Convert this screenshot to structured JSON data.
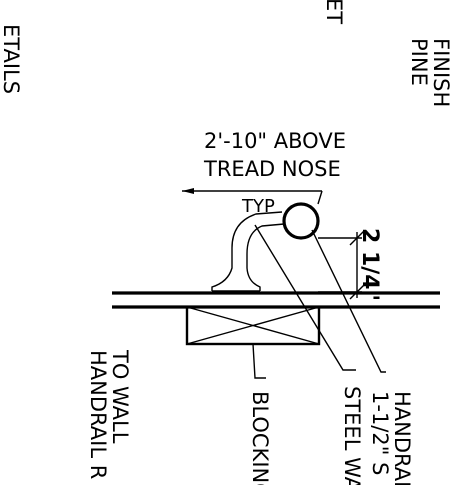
{
  "notes": {
    "top_right_1": "PINE",
    "top_right_2": "FINISH",
    "top_mid_fragment": "ET",
    "top_left_fragment": "ETAILS",
    "above_line_1": "2'-10\" ABOVE",
    "above_line_2": "TREAD NOSE",
    "typ": "TYP",
    "dimension": "2 1/4\"",
    "bottom_1": "1-1/2\" S",
    "bottom_2": "HANDRAI",
    "steel": "STEEL WA",
    "blocking": "BLOCKING",
    "handrail_r_1": "HANDRAIL R",
    "handrail_r_2": "TO WALL"
  }
}
